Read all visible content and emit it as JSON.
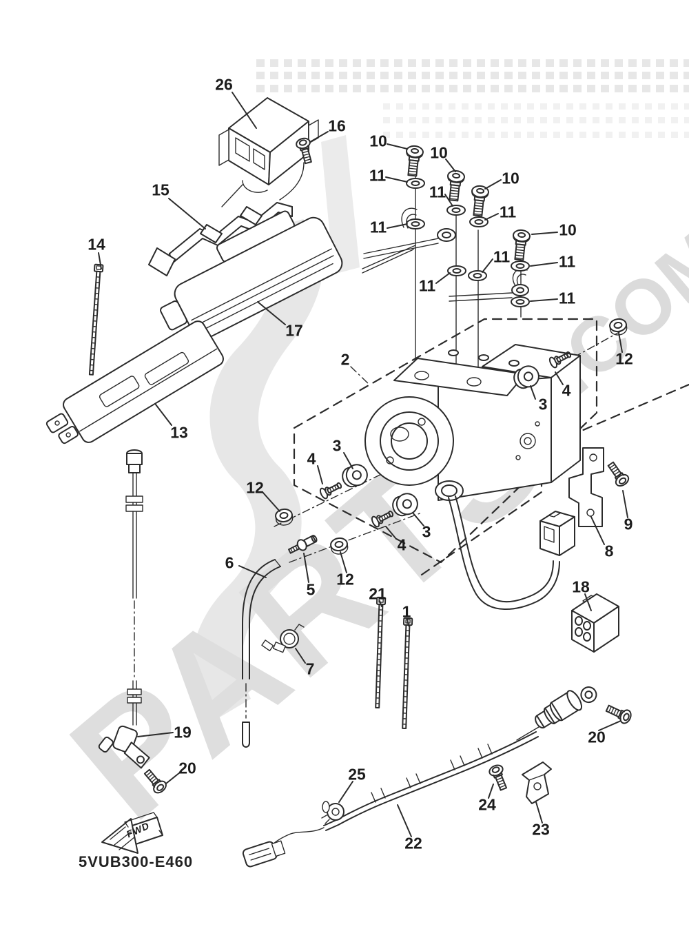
{
  "diagram": {
    "code": "5VUB300-E460",
    "fwd_label": "FWD",
    "watermark": {
      "word": "PARTS",
      "tld": ".COM",
      "color": "#dedede"
    },
    "line_color": "#2b2b2b",
    "background": "#ffffff"
  },
  "callouts": [
    {
      "n": "26"
    },
    {
      "n": "16"
    },
    {
      "n": "15"
    },
    {
      "n": "14"
    },
    {
      "n": "17"
    },
    {
      "n": "13"
    },
    {
      "n": "2"
    },
    {
      "n": "10"
    },
    {
      "n": "10"
    },
    {
      "n": "10"
    },
    {
      "n": "10"
    },
    {
      "n": "11"
    },
    {
      "n": "11"
    },
    {
      "n": "11"
    },
    {
      "n": "11"
    },
    {
      "n": "11"
    },
    {
      "n": "11"
    },
    {
      "n": "11"
    },
    {
      "n": "11"
    },
    {
      "n": "12"
    },
    {
      "n": "12"
    },
    {
      "n": "12"
    },
    {
      "n": "3"
    },
    {
      "n": "3"
    },
    {
      "n": "3"
    },
    {
      "n": "4"
    },
    {
      "n": "4"
    },
    {
      "n": "4"
    },
    {
      "n": "5"
    },
    {
      "n": "6"
    },
    {
      "n": "7"
    },
    {
      "n": "21"
    },
    {
      "n": "1"
    },
    {
      "n": "19"
    },
    {
      "n": "20"
    },
    {
      "n": "18"
    },
    {
      "n": "20"
    },
    {
      "n": "9"
    },
    {
      "n": "8"
    },
    {
      "n": "25"
    },
    {
      "n": "22"
    },
    {
      "n": "24"
    },
    {
      "n": "23"
    }
  ]
}
